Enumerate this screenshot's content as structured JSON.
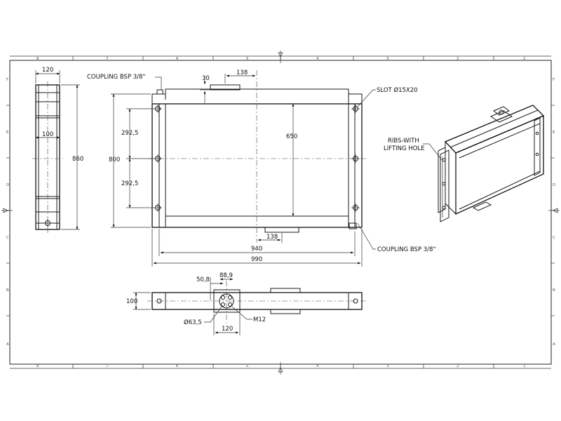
{
  "notes": {
    "coupling_top": "COUPLING BSP 3/8\"",
    "coupling_bottom": "COUPLING BSP 3/8\"",
    "slot": "SLOT Ø15X20",
    "ribs_line1": "RIBS-WITH",
    "ribs_line2": "LIFTING HOLE"
  },
  "dimensions": {
    "side_width": "120",
    "side_inner": "100",
    "side_height": "860",
    "overall_height": "800",
    "top_offset": "30",
    "top_coupling_pos": "138",
    "upper_half": "292,5",
    "lower_half": "292,5",
    "core_height": "650",
    "bottom_coupling_pos": "138",
    "width_940": "940",
    "width_990": "990",
    "bottom_depth": "100",
    "flange_508": "50,8",
    "flange_889": "88,9",
    "flange_dia": "Ø63,5",
    "flange_thread": "M12",
    "flange_width": "120"
  },
  "zones": {
    "columns": [
      "8",
      "7",
      "6",
      "5",
      "4",
      "3",
      "2",
      "1"
    ],
    "rows": [
      "F",
      "E",
      "D",
      "C",
      "B",
      "A"
    ]
  }
}
